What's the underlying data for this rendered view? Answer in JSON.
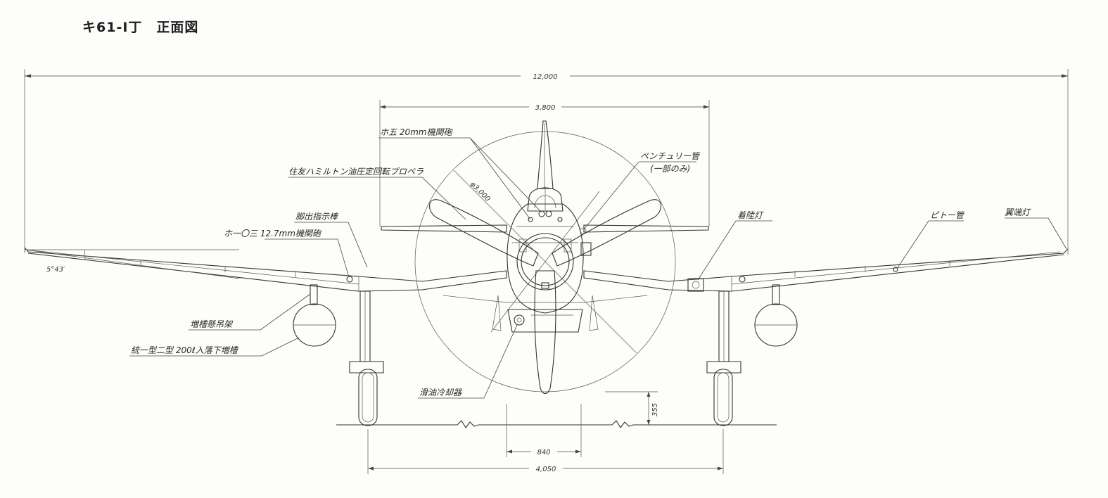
{
  "title": "キ61-Ⅰ丁　正面図",
  "dimensions": {
    "span": "12,000",
    "stab_span": "3,800",
    "prop_dia": "φ3,000",
    "track": "4,050",
    "radiator_w": "840",
    "ground_clear": "355",
    "dihedral": "5°43′"
  },
  "labels": {
    "cannon20": "ホ五 20mm機関砲",
    "propeller": "住友ハミルトン油圧定回転プロペラ",
    "gear_indicator": "脚出指示棒",
    "mg127": "ホ一〇三 12.7mm機関砲",
    "tank_rack": "増槽懸吊架",
    "drop_tank": "統一型二型 200ℓ入落下増槽",
    "venturi": "ベンチュリー管",
    "venturi_note": "(一部のみ)",
    "landing_light": "着陸灯",
    "pitot": "ピトー管",
    "wingtip_light": "翼端灯",
    "oil_cooler": "滑油冷却器"
  }
}
